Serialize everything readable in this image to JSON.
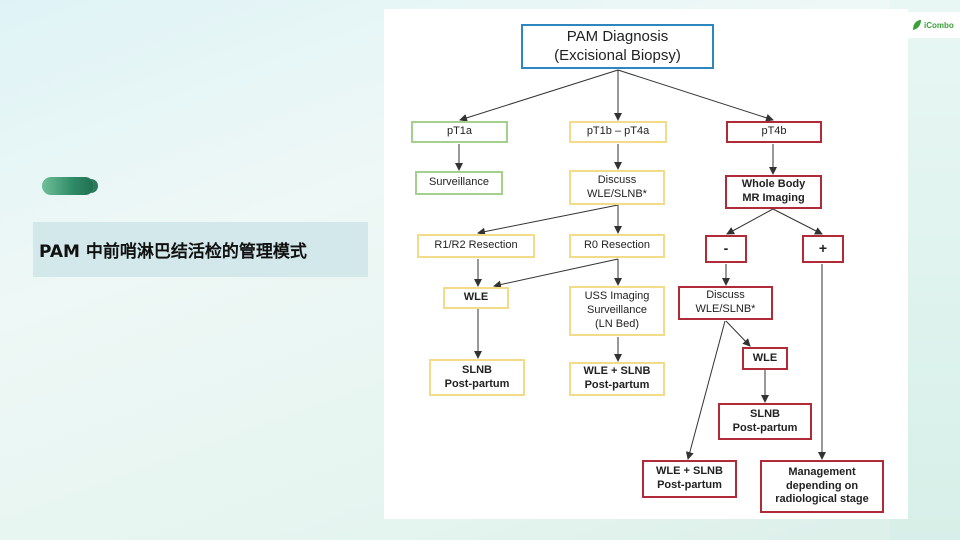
{
  "slide": {
    "title": "PAM 中前哨淋巴结活检的管理模式",
    "logo_text": "iCombo",
    "icons": [
      "leaf-icon"
    ]
  },
  "diagram": {
    "nodes": {
      "root": "PAM Diagnosis\n(Excisional Biopsy)",
      "pt1a": "pT1a",
      "pt1b": "pT1b – pT4a",
      "pt4b": "pT4b",
      "surveillance": "Surveillance",
      "discuss_mid": "Discuss\nWLE/SLNB*",
      "wbmri": "Whole Body\nMR Imaging",
      "r1r2": "R1/R2 Resection",
      "r0": "R0 Resection",
      "neg": "-",
      "pos": "+",
      "wle_left": "WLE",
      "uss": "USS Imaging\nSurveillance\n(LN Bed)",
      "discuss_right": "Discuss\nWLE/SLNB*",
      "slnb_pp_left": "SLNB\nPost-partum",
      "wle_slnb_mid": "WLE + SLNB\nPost-partum",
      "wle_right": "WLE",
      "slnb_pp_right": "SLNB\nPost-partum",
      "wle_slnb_right": "WLE + SLNB\nPost-partum",
      "management": "Management\ndepending on\nradiological stage"
    },
    "colors": {
      "root": "#2e86c1",
      "low_risk": "#a5cf8c",
      "intermediate": "#f2dc8a",
      "high_risk": "#b02a37"
    }
  }
}
